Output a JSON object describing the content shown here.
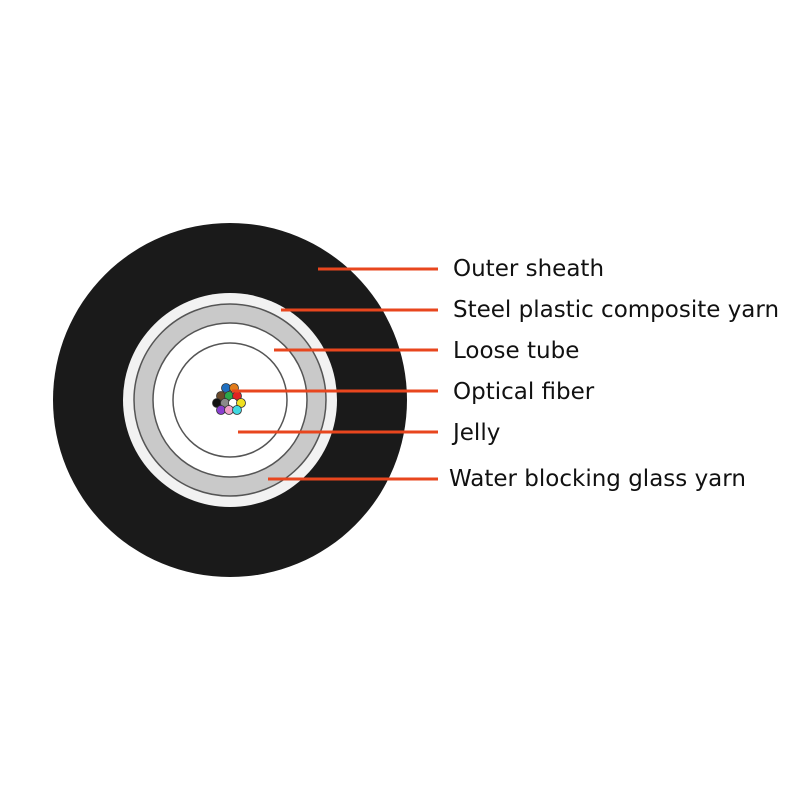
{
  "labels": {
    "outer_sheath": "Outer sheath",
    "steel_plastic": "Steel plastic composite yarn",
    "loose_tube": "Loose tube",
    "optical_fiber": "Optical fiber",
    "jelly": "Jelly",
    "water_blocking": "Water blocking glass yarn"
  },
  "colors": {
    "sheath": "#1a1a1a",
    "composite_yarn": "#c9c9c9",
    "water_blocking_yarn": "#f2f2f2",
    "leader_line": "#e8461e",
    "outline": "#555555"
  },
  "fiber_colors": [
    "#1f6fc0",
    "#e07b1a",
    "#6b4a2a",
    "#2ca84a",
    "#8a8a8a",
    "#ffffff",
    "#e02222",
    "#111111",
    "#f0e020",
    "#8a3fd0",
    "#f2a0c8",
    "#40d8e0"
  ]
}
